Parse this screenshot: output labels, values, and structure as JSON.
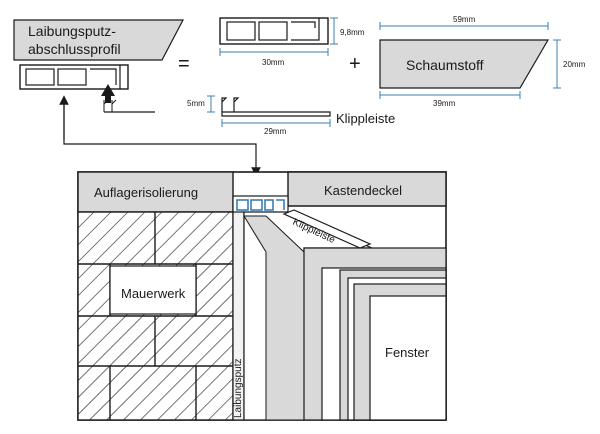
{
  "top": {
    "profile_label_line1": "Laibungsputz-",
    "profile_label_line2": "abschlussprofil",
    "equals": "=",
    "plus": "+",
    "profile_height": "9,8mm",
    "profile_width": "30mm",
    "foam_label": "Schaumstoff",
    "foam_top_width": "59mm",
    "foam_height": "20mm",
    "foam_bottom_width": "39mm",
    "clip_height": "5mm",
    "clip_width": "29mm",
    "clip_label": "Klippleiste"
  },
  "section": {
    "support_insulation": "Auflagerisolierung",
    "box_cover": "Kastendeckel",
    "clip_strip": "Klippleiste",
    "masonry": "Mauerwerk",
    "reveal_plaster": "Laibungsputz",
    "window": "Fenster"
  },
  "colors": {
    "gray_fill": "#d9d9d9",
    "light_fill": "#f2f2f2",
    "profile_blue": "#3b7fb0",
    "ink": "#1a1a1a"
  }
}
